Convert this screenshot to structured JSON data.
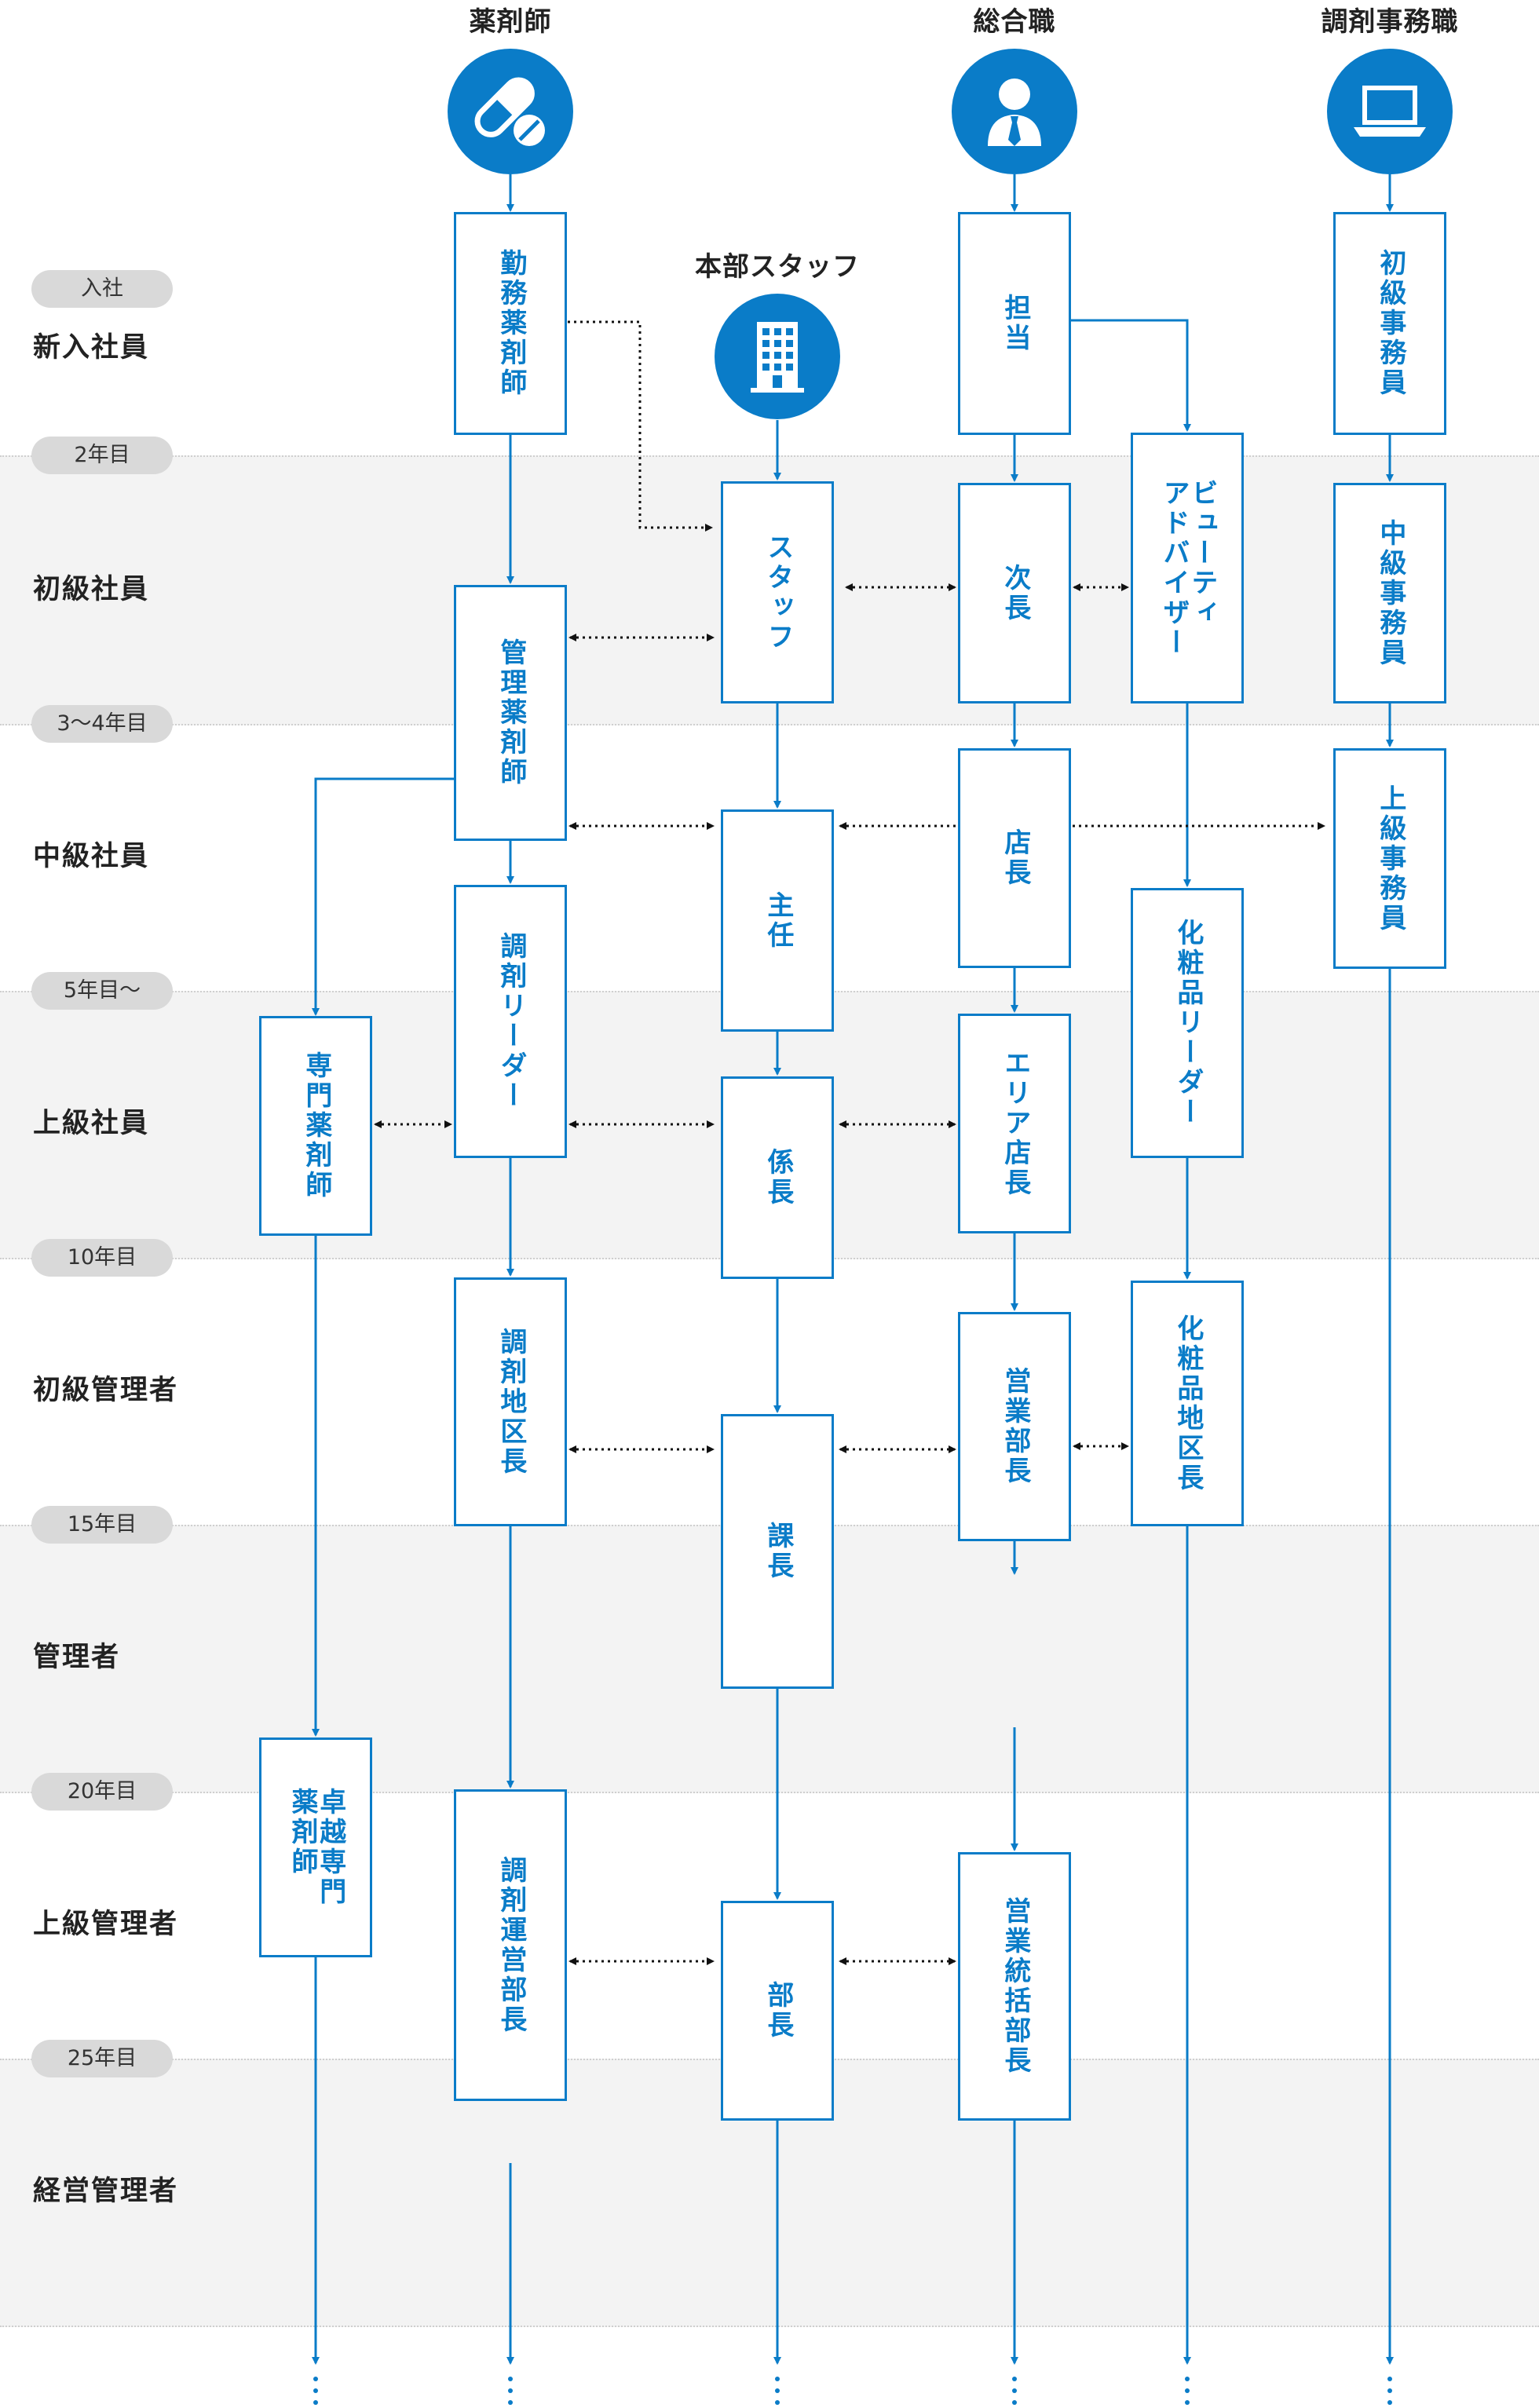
{
  "columns": {
    "pharmacist": "薬剤師",
    "general": "総合職",
    "clerk": "調剤事務職",
    "hq": "本部スタッフ"
  },
  "icons": {
    "pharmacist": "pill-capsule-icon",
    "general": "businessman-icon",
    "clerk": "laptop-icon",
    "hq": "office-building-icon"
  },
  "years": [
    "入社",
    "2年目",
    "3〜4年目",
    "5年目〜",
    "10年目",
    "15年目",
    "20年目",
    "25年目"
  ],
  "levels": [
    "新入社員",
    "初級社員",
    "中級社員",
    "上級社員",
    "初級管理者",
    "管理者",
    "上級管理者",
    "経営管理者"
  ],
  "positions": {
    "kinmu_yakuzaishi": "勤務薬剤師",
    "kanri_yakuzaishi": "管理薬剤師",
    "chozai_leader": "調剤リーダー",
    "chozai_chikucho": "調剤地区長",
    "chozai_uneibucho": "調剤運営部長",
    "senmon_yakuzaishi": "専門薬剤師",
    "takuetsu_senmon": "卓越専門\n薬剤師",
    "staff": "スタッフ",
    "shunin": "主任",
    "kakaricho": "係長",
    "kacho": "課長",
    "bucho": "部長",
    "tanto": "担当",
    "jicho": "次長",
    "tencho": "店長",
    "area_tencho": "エリア店長",
    "eigyo_bucho": "営業部長",
    "eigyo_tokatsu_bucho": "営業統括部長",
    "beauty_advisor": "ビューティ\nアドバイザー",
    "cosmetics_leader": "化粧品リーダー",
    "cosmetics_chikucho": "化粧品地区長",
    "shokyu_jimuin": "初級事務員",
    "chukyu_jimuin": "中級事務員",
    "jokyu_jimuin": "上級事務員"
  },
  "colors": {
    "accent": "#0a7cc8",
    "band_gray": "#f3f3f3",
    "pill": "#d9d9d9",
    "text": "#222222"
  }
}
